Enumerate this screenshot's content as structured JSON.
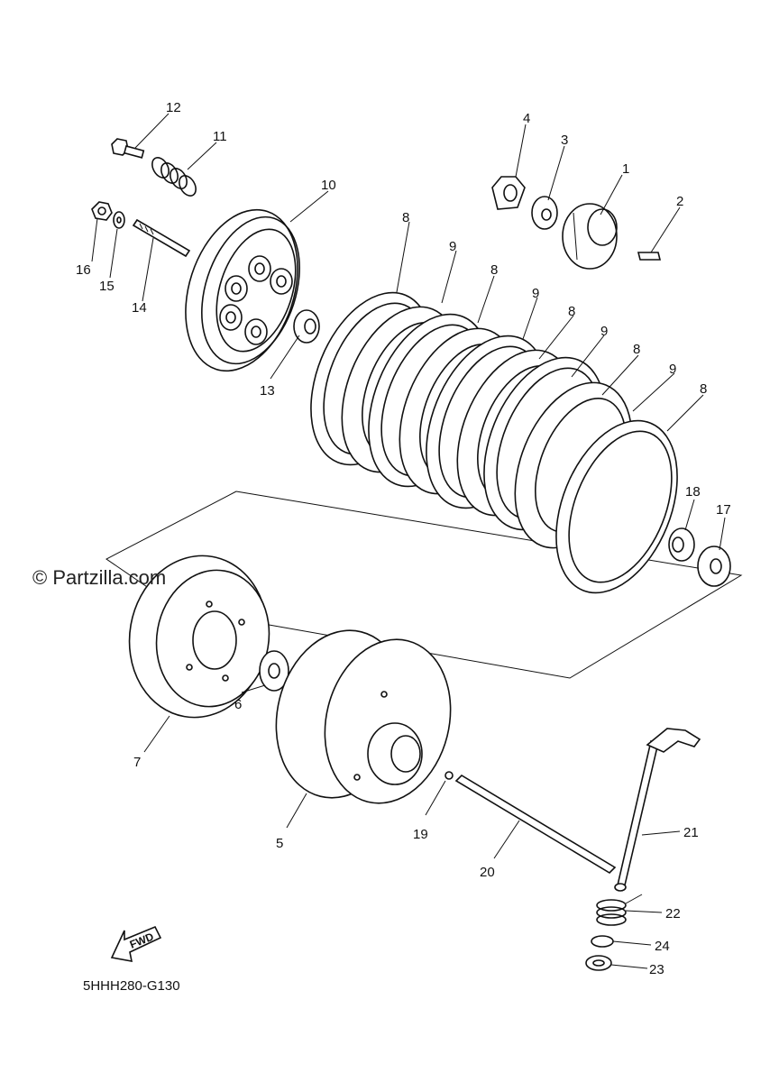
{
  "watermark": "© Partzilla.com",
  "diagram_code": "5HHH280-G130",
  "fwd_label": "FWD",
  "callouts": [
    "1",
    "2",
    "3",
    "4",
    "5",
    "6",
    "7",
    "8",
    "9",
    "10",
    "11",
    "12",
    "13",
    "14",
    "15",
    "16",
    "17",
    "18",
    "19",
    "20",
    "21",
    "22",
    "23",
    "24"
  ]
}
